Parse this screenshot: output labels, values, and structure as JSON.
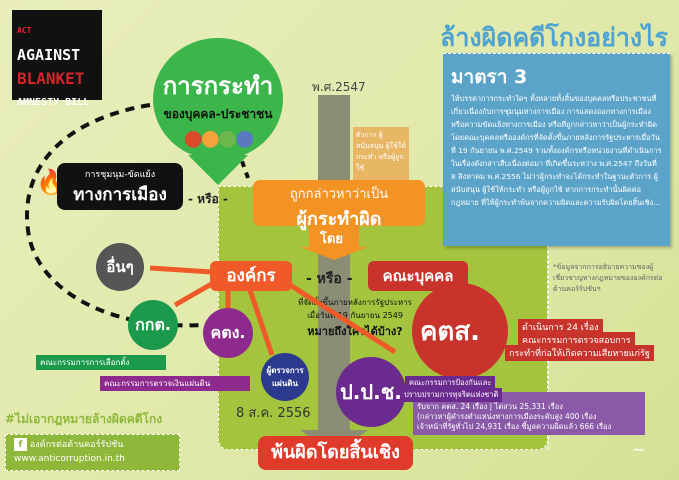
{
  "logo": {
    "act": "ACT",
    "line1": "AGAINST",
    "line2": "BLANKET",
    "line3": "AMNESTY BILL"
  },
  "title": "ล้างผิดคดีโกงอย่างไร",
  "article": {
    "heading": "มาตรา 3",
    "body": "ให้บรรดาการกระทำใดๆ ทั้งหลายทั้งสิ้นของบุคคลหรือประชาชนที่เกี่ยวเนื่องกับการชุมนุมทางการเมือง การแสดงออกทางการเมือง หรือความขัดแย้งทางการเมือง หรือที่ถูกกล่าวหาว่าเป็นผู้กระทำผิด โดยคณะบุคคลหรือองค์กรที่จัดตั้งขึ้นภายหลังการรัฐประหารเมื่อวันที่ 19 กันยายน พ.ศ.2549 รวมทั้งองค์กรหรือหน่วยงานที่ดำเนินการในเรื่องดังกล่าวสืบเนื่องต่อมา ที่เกิดขึ้นระหว่าง พ.ศ.2547 ถึงวันที่ 8 สิงหาคม พ.ศ.2556 ไม่ว่าผู้กระทำจะได้กระทำในฐานะตัวการ ผู้สนับสนุน ผู้ใช้ให้กระทำ หรือผู้ถูกใช้ หากการกระทำนั้นผิดต่อกฎหมาย ที่ให้ผู้กระทำพ้นจากความผิดและความรับผิดโดยสิ้นเชิง..."
  },
  "note": "*ข้อมูลจากการอธิบายความของผู้เชี่ยวชาญทางกฎหมายขององค์กรต่อต้านคอร์รัปชันฯ",
  "action": {
    "title": "การกระทำ",
    "subtitle": "ของบุคคล-ประชาชน"
  },
  "political": {
    "small": "การชุมนุม-ขัดแย้ง",
    "big": "ทางการเมือง"
  },
  "or": "- หรือ -",
  "year_start": "พ.ศ.2547",
  "roles": "ตัวการ ผู้สนับสนุน ผู้ใช้ให้กระทำ หรือผู้ถูกใช้",
  "accused": {
    "line1": "ถูกกล่าวหาว่าเป็น",
    "line2": "ผู้กระทำผิด",
    "by": "โดย"
  },
  "org": "องค์กร",
  "group": "คณะบุคคล",
  "question": {
    "line1": "ที่จัดตั้งขึ้นภายหลังการรัฐประหาร",
    "line2": "เมื่อวันที่ 19 กันยายน 2549",
    "line3": "หมายถึงใครได้บ้าง?"
  },
  "others": "อื่นๆ",
  "ect": {
    "abbr": "กกต.",
    "full": "คณะกรรมการการเลือกตั้ง"
  },
  "oag": {
    "abbr": "คตง.",
    "full": "คณะกรรมการตรวจเงินแผ่นดิน"
  },
  "ombudsman": "ผู้ตรวจการแผ่นดิน",
  "year_end": "8 ส.ค. 2556",
  "asc": {
    "abbr": "คตส.",
    "count": "ดำเนินการ 24 เรื่อง",
    "full1": "คณะกรรมการตรวจสอบการ",
    "full2": "กระทำที่ก่อให้เกิดความเสียหายแก่รัฐ"
  },
  "nacc": {
    "abbr": "ป.ป.ช.",
    "full1": "คณะกรรมการป้องกันและ",
    "full2": "ปราบปรามการทุจริตแห่งชาติ",
    "stat1": "รับจาก คตส. 24 เรื่อง | ไต่สวน 25,331 เรื่อง",
    "stat2": "(กล่าวหาผู้ดำรงตำแหน่งทางการเมืองระดับสูง 400 เรื่อง",
    "stat3": "เจ้าหน้าที่รัฐทั่วไป 24,931 เรื่อง ชี้มูลความผิดแล้ว 666 เรื่อง"
  },
  "result": "พ้นผิดโดยสิ้นเชิง",
  "hashtag": "#ไม่เอากฎหมายล้างผิดคดีโกง",
  "footer": {
    "fb": "f",
    "org": "องค์กรต่อต้านคอร์รัปชัน",
    "url": "www.anticorruption.in.th"
  }
}
